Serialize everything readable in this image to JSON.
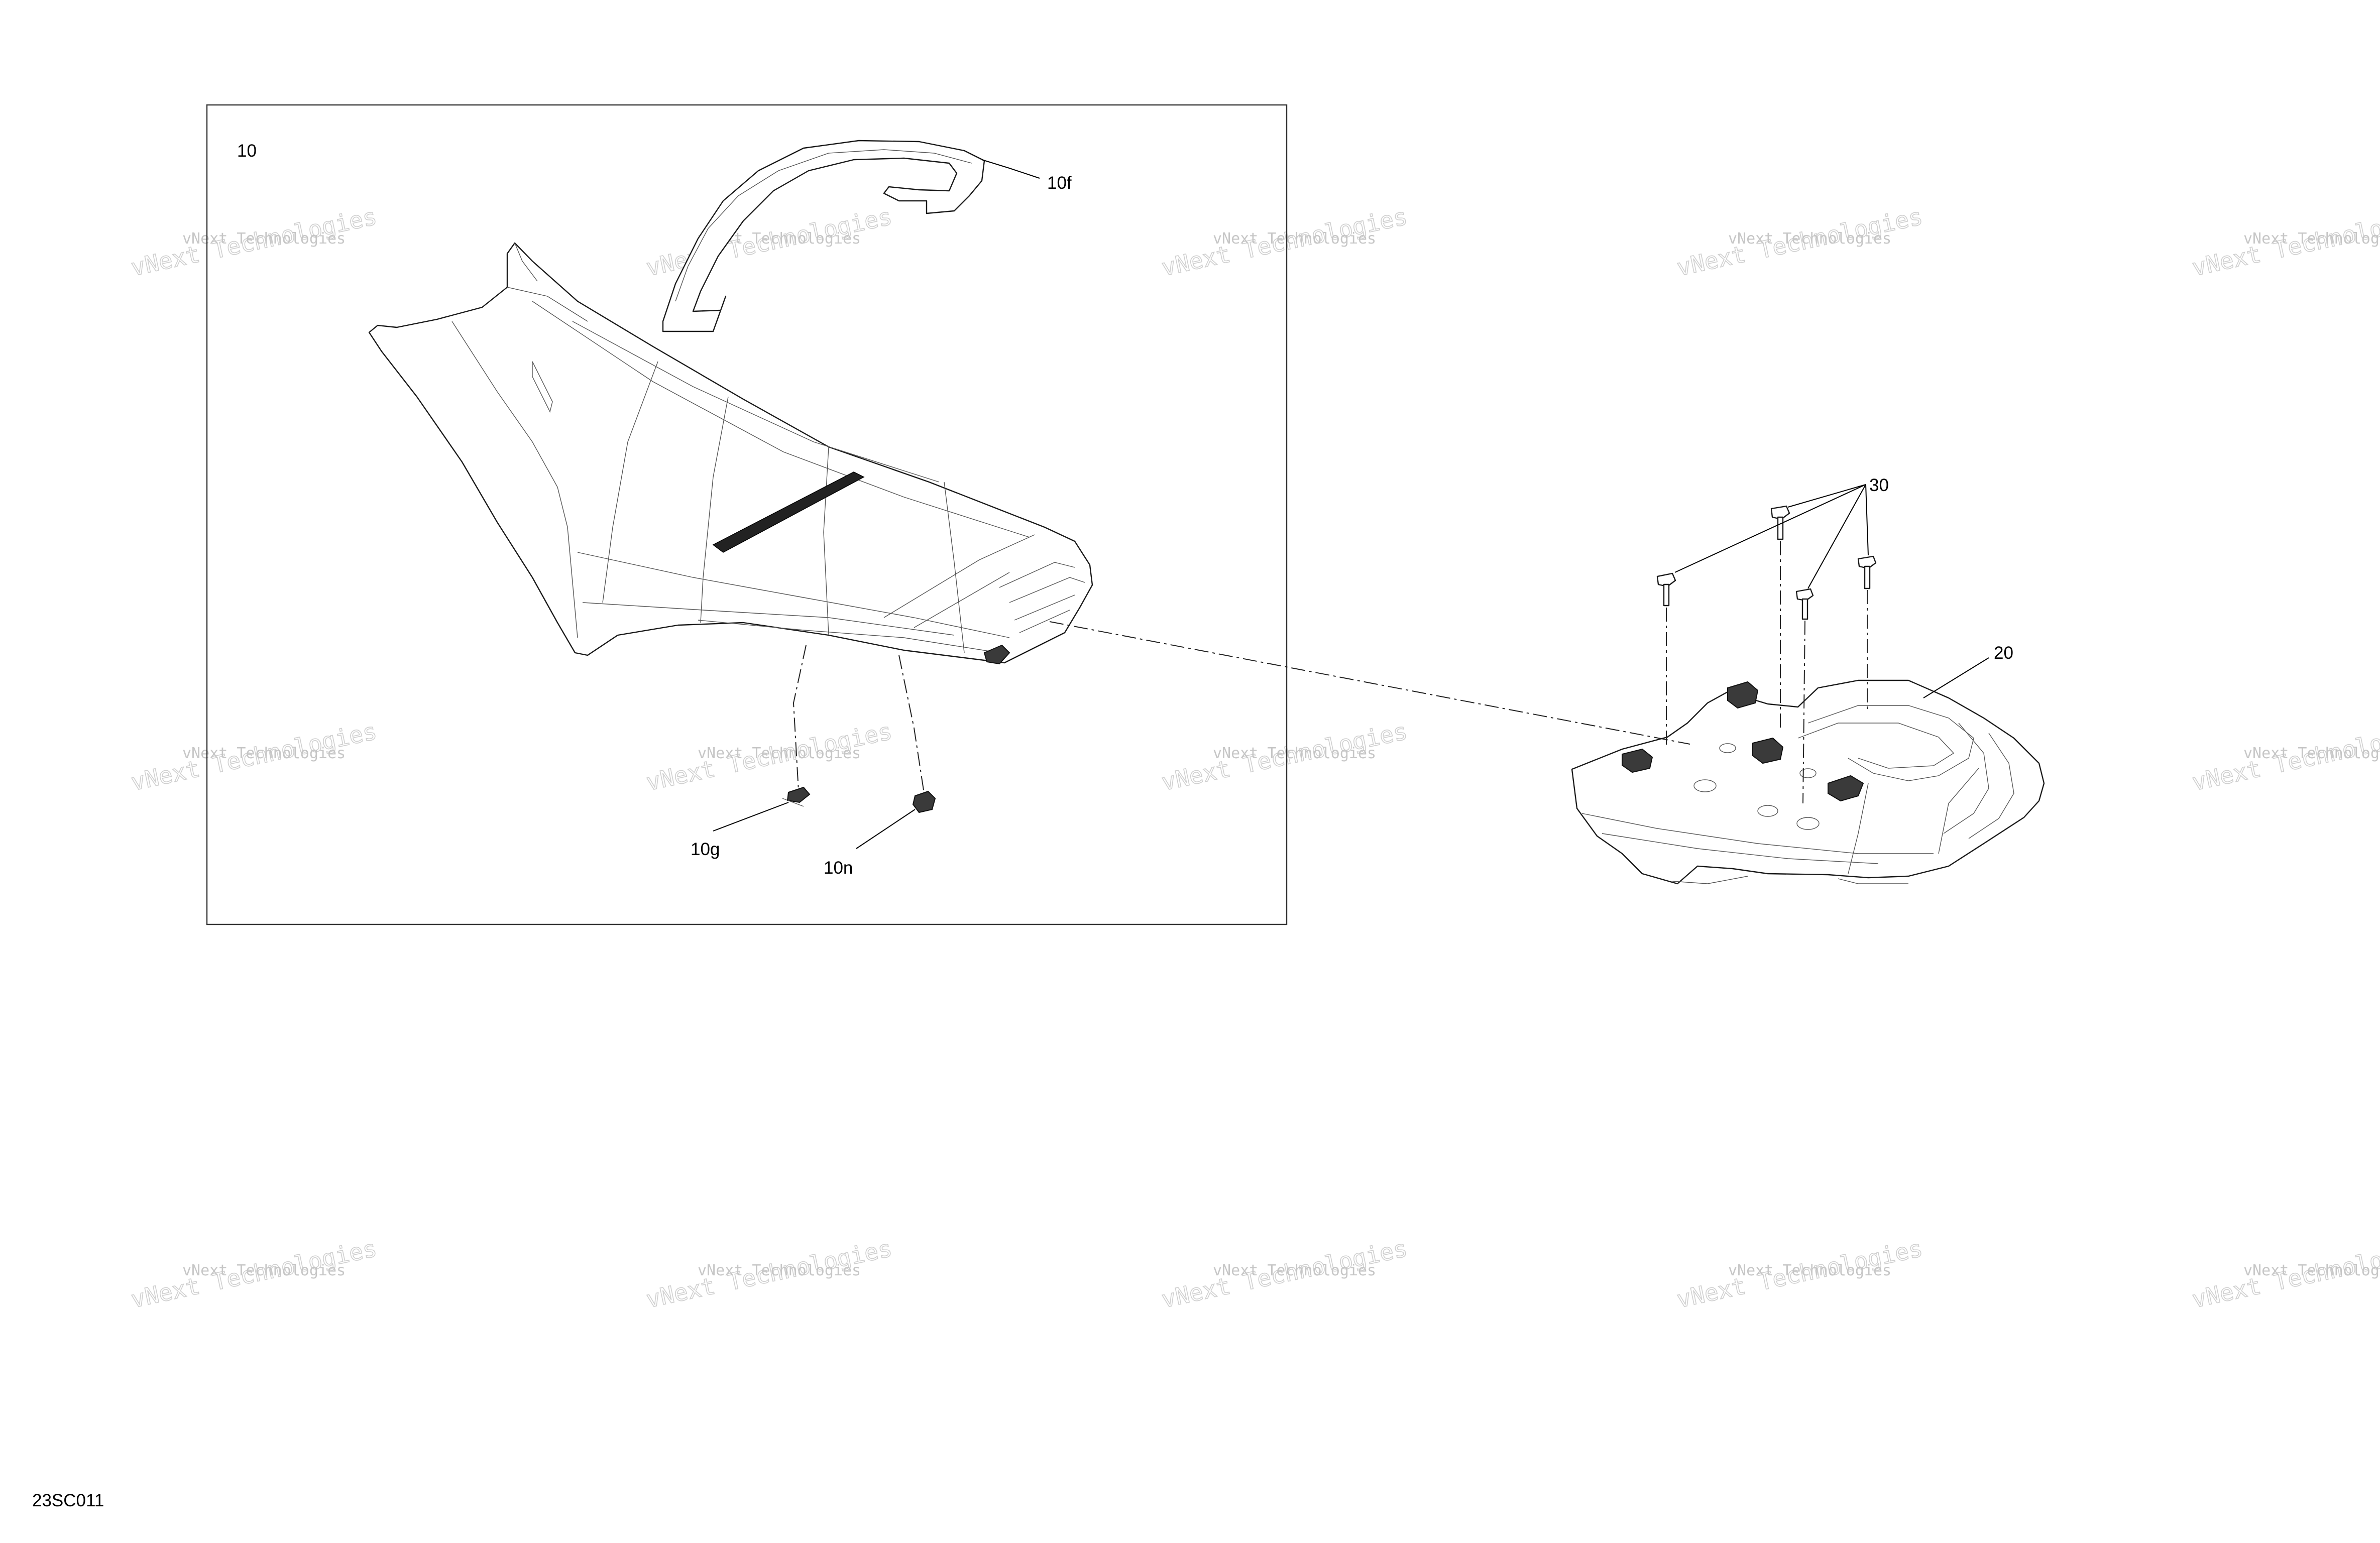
{
  "diagram": {
    "code": "23SC011",
    "callouts": {
      "assembly": "10",
      "strap": "10f",
      "clip": "10g",
      "nut": "10n",
      "rack": "20",
      "screws": "30"
    }
  },
  "watermark": {
    "line1": "vNext Technologies",
    "line2": "vNext Technologies"
  },
  "colors": {
    "line": "#1a1a1a",
    "watermark": "#c6c6c6"
  }
}
